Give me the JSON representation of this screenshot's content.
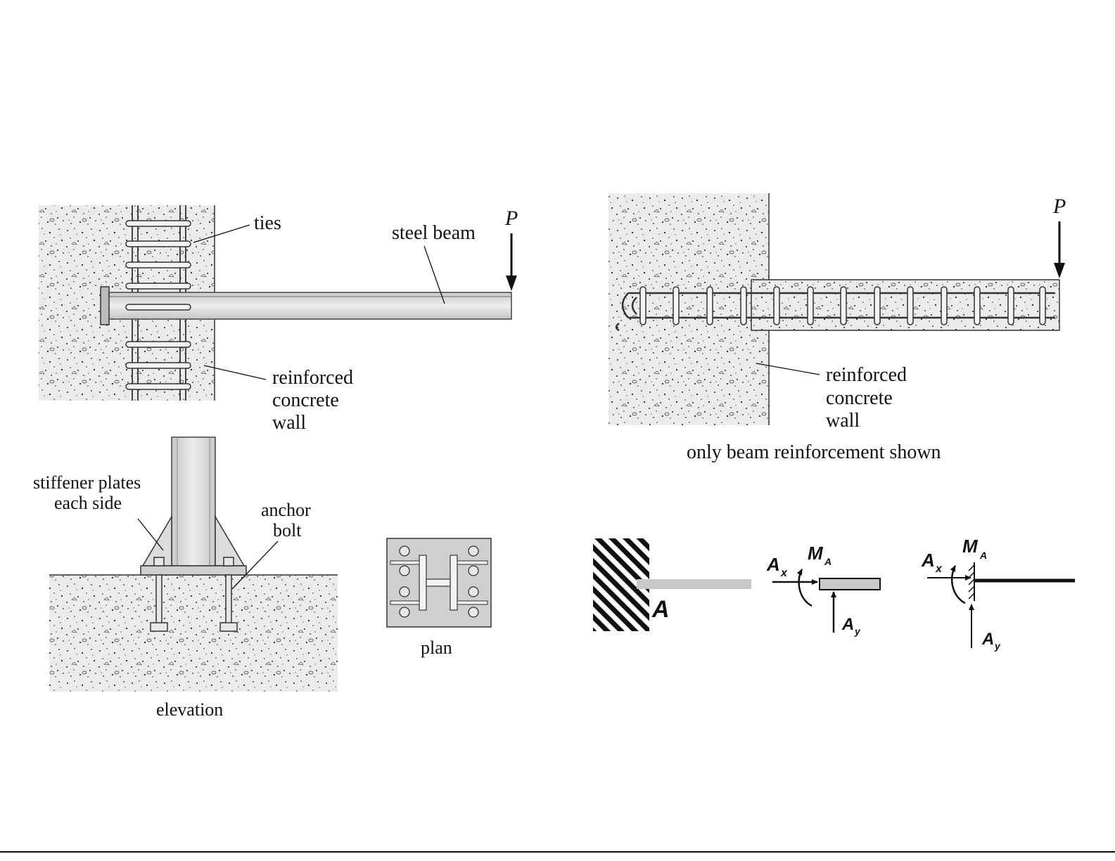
{
  "panel_top_left": {
    "load_label": "P",
    "ties_label": "ties",
    "beam_label": "steel beam",
    "wall_label": [
      "reinforced",
      "concrete",
      "wall"
    ]
  },
  "panel_top_right": {
    "load_label": "P",
    "wall_label": [
      "reinforced",
      "concrete",
      "wall"
    ],
    "caption": "only beam reinforcement shown"
  },
  "panel_bottom_left": {
    "stiffener_label": [
      "stiffener plates",
      "each side"
    ],
    "anchor_label": [
      "anchor",
      "bolt"
    ],
    "elevation_caption": "elevation",
    "plan_caption": "plan"
  },
  "panel_bottom_right": {
    "support_point": "A",
    "fbd1": {
      "ax": "A",
      "ax_sub": "x",
      "ma": "M",
      "ma_sub": "A",
      "ay": "A",
      "ay_sub": "y"
    },
    "fbd2": {
      "ax": "A",
      "ax_sub": "x",
      "ma": "M",
      "ma_sub": "A",
      "ay": "A",
      "ay_sub": "y"
    }
  }
}
